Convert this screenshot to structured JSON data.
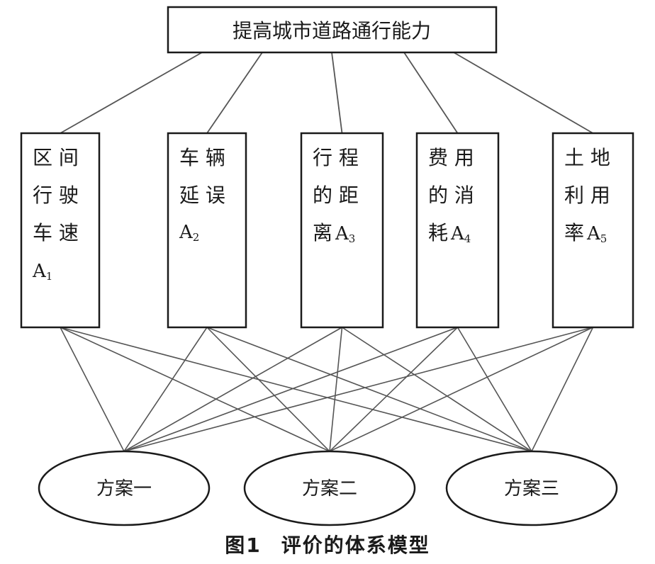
{
  "goal": {
    "label": "提高城市道路通行能力"
  },
  "criteria": [
    {
      "lines": [
        "区 间",
        "行 驶",
        "车 速"
      ],
      "code_letter": "A",
      "code_sub": "1"
    },
    {
      "lines": [
        "车 辆",
        "延 误"
      ],
      "code_letter": "A",
      "code_sub": "2"
    },
    {
      "lines": [
        "行 程",
        "的 距",
        "离"
      ],
      "code_letter": "A",
      "code_sub": "3"
    },
    {
      "lines": [
        "费 用",
        "的 消",
        "耗"
      ],
      "code_letter": "A",
      "code_sub": "4"
    },
    {
      "lines": [
        "土 地",
        "利 用",
        "率"
      ],
      "code_letter": "A",
      "code_sub": "5"
    }
  ],
  "alternatives": [
    {
      "label": "方案一"
    },
    {
      "label": "方案二"
    },
    {
      "label": "方案三"
    }
  ],
  "caption": {
    "figure_number": "图1",
    "title": "评价的体系模型"
  }
}
